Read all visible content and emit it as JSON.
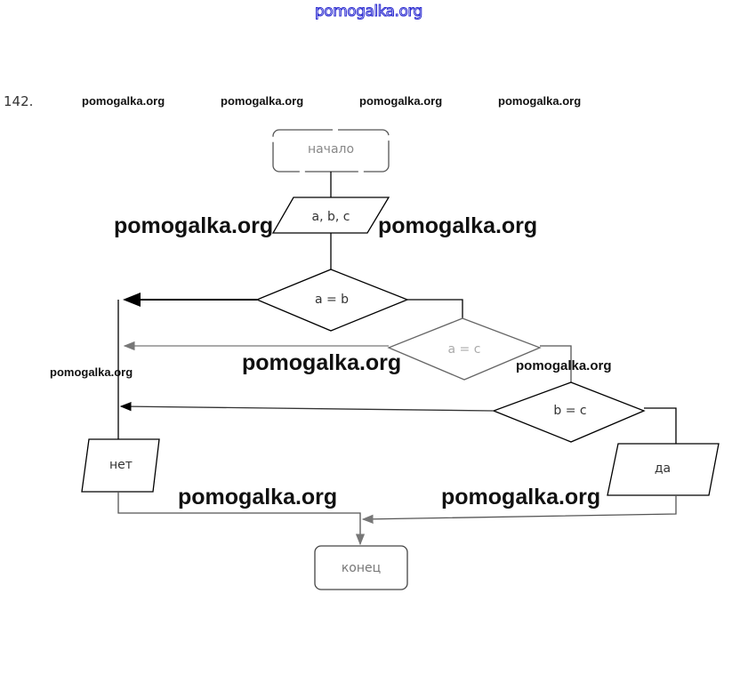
{
  "header": {
    "watermark": "pomogalka.org",
    "task_number": "142."
  },
  "flowchart": {
    "start": "начало",
    "input": "a, b, c",
    "cond1": "a = b",
    "cond2": "a = c",
    "cond3": "b = c",
    "out_yes": "да",
    "out_no": "нет",
    "end": "конец"
  },
  "watermarks": [
    "pomogalka.org",
    "pomogalka.org",
    "pomogalka.org",
    "pomogalka.org",
    "pomogalka.org",
    "pomogalka.org",
    "pomogalka.org",
    "pomogalka.org",
    "pomogalka.org",
    "pomogalka.org",
    "pomogalka.org",
    "pomogalka.org"
  ]
}
